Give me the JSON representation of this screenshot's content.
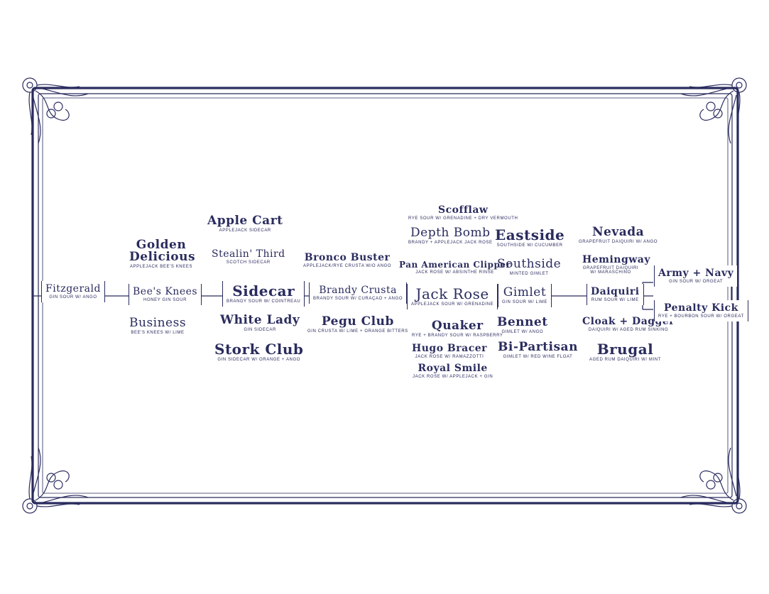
{
  "colors": {
    "ink": "#2a2c5e",
    "paper": "#ffffff"
  },
  "nodes": {
    "fitzgerald": {
      "title": "Fitzgerald",
      "subtitle": "Gin Sour w/ Ango"
    },
    "golden_delicious": {
      "title": "Golden Delicious",
      "subtitle": "Applejack Bee's Knees"
    },
    "bees_knees": {
      "title": "Bee's Knees",
      "subtitle": "Honey Gin Sour"
    },
    "business": {
      "title": "Business",
      "subtitle": "Bee's Knees w/ Lime"
    },
    "apple_cart": {
      "title": "Apple Cart",
      "subtitle": "Applejack Sidecar"
    },
    "stealin_third": {
      "title": "Stealin' Third",
      "subtitle": "Scotch Sidecar"
    },
    "sidecar": {
      "title": "Sidecar",
      "subtitle": "Brandy Sour w/ Cointreau"
    },
    "white_lady": {
      "title": "White Lady",
      "subtitle": "Gin Sidecar"
    },
    "stork_club": {
      "title": "Stork Club",
      "subtitle": "Gin Sidecar w/ Orange + Ango"
    },
    "bronco_buster": {
      "title": "Bronco Buster",
      "subtitle": "Applejack/Rye Crusta w/o Ango"
    },
    "brandy_crusta": {
      "title": "Brandy Crusta",
      "subtitle": "Brandy Sour w/ Curaçao + Ango"
    },
    "pegu_club": {
      "title": "Pegu Club",
      "subtitle": "Gin Crusta w/ Lime + Orange Bitters"
    },
    "scofflaw": {
      "title": "Scofflaw",
      "subtitle": "Rye Sour w/ Grenadine + Dry Vermouth"
    },
    "depth_bomb": {
      "title": "Depth Bomb",
      "subtitle": "Brandy + Applejack Jack Rose"
    },
    "pan_american_clipper": {
      "title": "Pan American Clipper",
      "subtitle": "Jack Rose w/ Absinthe Rinse"
    },
    "jack_rose": {
      "title": "Jack Rose",
      "subtitle": "Applejack Sour w/ Grenadine"
    },
    "quaker": {
      "title": "Quaker",
      "subtitle": "Rye + Brandy Sour w/ Raspberry"
    },
    "hugo_bracer": {
      "title": "Hugo Bracer",
      "subtitle": "Jack Rose w/ Ramazzotti"
    },
    "royal_smile": {
      "title": "Royal Smile",
      "subtitle": "Jack Rose w/ Applejack + Gin"
    },
    "eastside": {
      "title": "Eastside",
      "subtitle": "Southside w/ Cucumber"
    },
    "southside": {
      "title": "Southside",
      "subtitle": "Minted Gimlet"
    },
    "gimlet": {
      "title": "Gimlet",
      "subtitle": "Gin Sour w/ Lime"
    },
    "bennet": {
      "title": "Bennet",
      "subtitle": "Gimlet w/ Ango"
    },
    "bi_partisan": {
      "title": "Bi-Partisan",
      "subtitle": "Gimlet w/ Red Wine Float"
    },
    "nevada": {
      "title": "Nevada",
      "subtitle": "Grapefruit Daiquiri w/ Ango"
    },
    "hemingway": {
      "title": "Hemingway",
      "subtitle": "Grapefruit Daiquiri w/ Maraschino"
    },
    "daiquiri": {
      "title": "Daiquiri",
      "subtitle": "Rum Sour w/ Lime"
    },
    "cloak_dagger": {
      "title": "Cloak + Dagger",
      "subtitle": "Daiquiri w/ Aged Rum Sinking"
    },
    "brugal": {
      "title": "Brugal",
      "subtitle": "Aged Rum Daiquiri w/ Mint"
    },
    "army_navy": {
      "title": "Army + Navy",
      "subtitle": "Gin Sour w/ Orgeat"
    },
    "penalty_kick": {
      "title": "Penalty Kick",
      "subtitle": "Rye + Bourbon Sour w/ Orgeat"
    }
  }
}
